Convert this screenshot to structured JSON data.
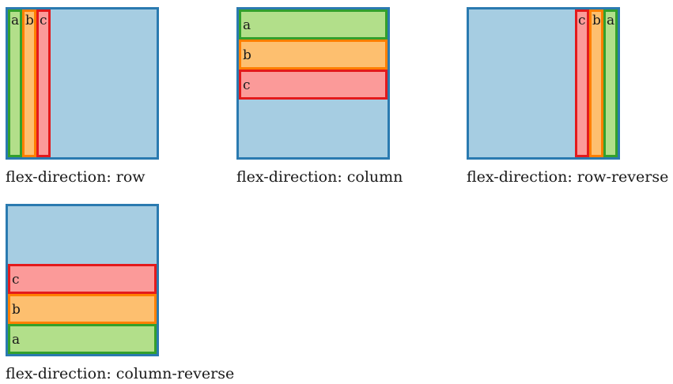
{
  "colors": {
    "container_fill": "#a6cde2",
    "container_border": "#2a7ab0",
    "item_a_fill": "#b2df8a",
    "item_a_border": "#33a02c",
    "item_b_fill": "#fdbf6f",
    "item_b_border": "#ff7f00",
    "item_c_fill": "#fb9a99",
    "item_c_border": "#e31a1c"
  },
  "demos": [
    {
      "caption": "flex-direction: row",
      "items": [
        "a",
        "b",
        "c"
      ]
    },
    {
      "caption": "flex-direction: column",
      "items": [
        "a",
        "b",
        "c"
      ]
    },
    {
      "caption": "flex-direction: row-reverse",
      "items": [
        "a",
        "b",
        "c"
      ]
    },
    {
      "caption": "flex-direction: column-reverse",
      "items": [
        "a",
        "b",
        "c"
      ]
    }
  ]
}
